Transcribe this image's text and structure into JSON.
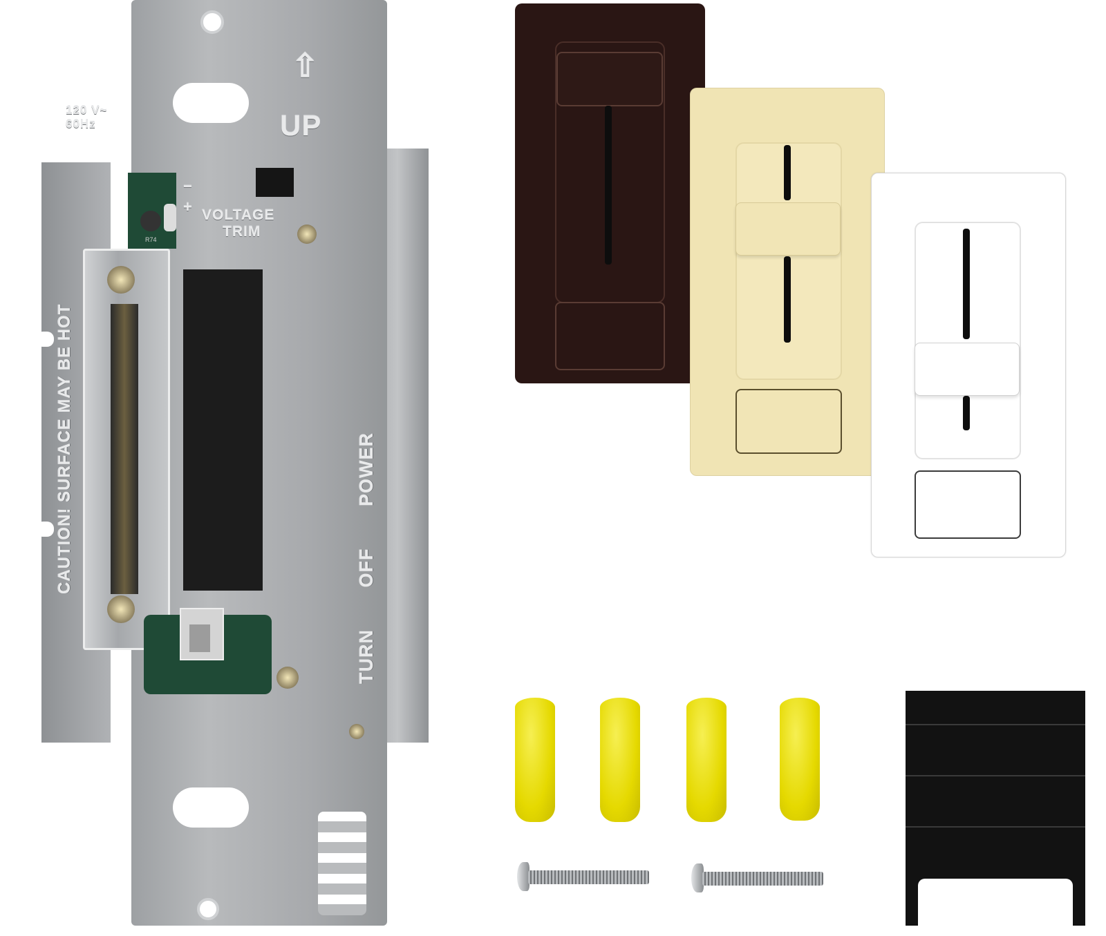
{
  "image": {
    "description": "Product photo of an LED slide dimmer kit: metal dimmer strap, three interchangeable faceplates, wire nuts, mounting screws, and a black heat shield",
    "background_color": "#ffffff"
  },
  "dimmer_strap": {
    "rating_line1": "120 V~",
    "rating_line2": "60Hz",
    "up_arrow_glyph": "⇧",
    "up_label": "UP",
    "trim_minus": "−",
    "trim_plus": "+",
    "trim_label_1": "VOLTAGE",
    "trim_label_2": "TRIM",
    "trimpot_ref": "R74",
    "caution_text": "CAUTION! SURFACE MAY BE HOT",
    "power_text_1": "TURN",
    "power_text_2": "OFF",
    "power_text_3": "POWER",
    "metal_color": "#a9abae"
  },
  "faceplates": [
    {
      "name": "brown",
      "color": "#2a1614",
      "slider_position": "top"
    },
    {
      "name": "ivory",
      "color": "#f0e4b4",
      "slider_position": "middle"
    },
    {
      "name": "white",
      "color": "#ffffff",
      "slider_position": "lower-middle"
    }
  ],
  "accessories": {
    "wire_nuts": {
      "count": 4,
      "color": "#e5d900"
    },
    "screws": {
      "count": 2,
      "color": "#b8bbbe"
    },
    "heat_shield": {
      "count": 1,
      "color": "#121212"
    }
  }
}
